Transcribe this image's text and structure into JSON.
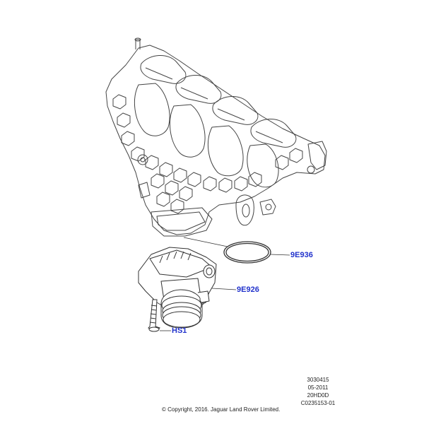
{
  "callouts": {
    "gasket": "9E936",
    "throttle_body": "9E926",
    "bolt": "HS1"
  },
  "info_block": {
    "line1": "3030415",
    "line2": "05-2011",
    "line3": "20HD0D",
    "line4": "C0235153-01"
  },
  "copyright": "© Copyright, 2016. Jaguar Land Rover Limited.",
  "colors": {
    "callout_text": "#2233cc",
    "line_art": "#333333"
  }
}
